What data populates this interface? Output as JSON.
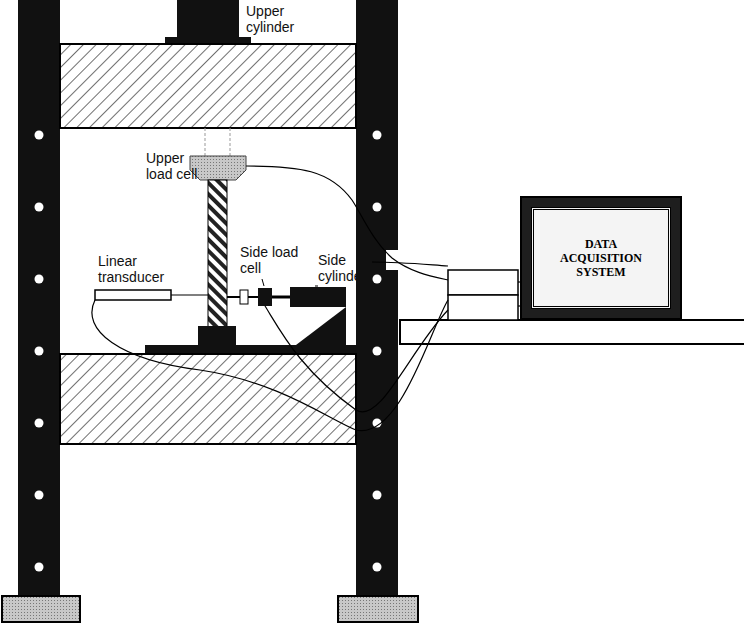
{
  "diagram": {
    "nodes": [
      {
        "text": [
          "DATA ACQUISITION SYSTEM"
        ]
      }
    ],
    "labels": [
      "Upper cylinder",
      "Upper load cell",
      "Linear transducer",
      "Side load cell",
      "Side cylinder"
    ]
  }
}
